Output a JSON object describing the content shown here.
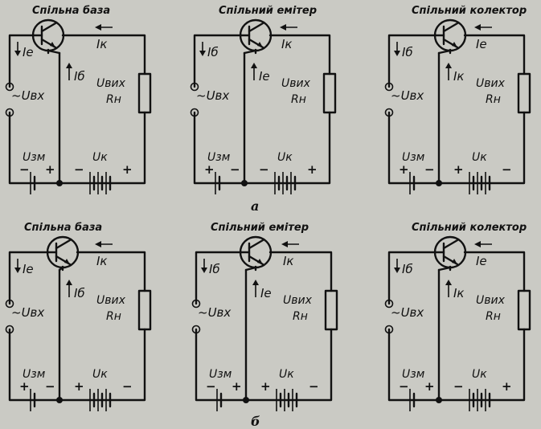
{
  "row_labels": [
    "а",
    "б"
  ],
  "circuits": [
    {
      "title": "Спільна база",
      "bias": "Uзм",
      "supply": "Uк",
      "input": "~Uвх",
      "output": "Uвих",
      "load": "Rн",
      "in_current": "Iе",
      "mid_current": "Iб",
      "out_current": "Iк",
      "bias_signs": [
        "−",
        "+"
      ],
      "supply_signs": [
        "−",
        "+"
      ]
    },
    {
      "title": "Спільний емітер",
      "bias": "Uзм",
      "supply": "Uк",
      "input": "~Uвх",
      "output": "Uвих",
      "load": "Rн",
      "in_current": "Iб",
      "mid_current": "Iе",
      "out_current": "Iк",
      "bias_signs": [
        "+",
        "−"
      ],
      "supply_signs": [
        "−",
        "+"
      ]
    },
    {
      "title": "Спільний колектор",
      "bias": "Uзм",
      "supply": "Uк",
      "input": "~Uвх",
      "output": "Uвих",
      "load": "Rн",
      "in_current": "Iб",
      "mid_current": "Iк",
      "out_current": "Iе",
      "bias_signs": [
        "+",
        "−"
      ],
      "supply_signs": [
        "+",
        "−"
      ]
    },
    {
      "title": "Спільна база",
      "bias": "Uзм",
      "supply": "Uк",
      "input": "~Uвх",
      "output": "Uвих",
      "load": "Rн",
      "in_current": "Iе",
      "mid_current": "Iб",
      "out_current": "Iк",
      "bias_signs": [
        "+",
        "−"
      ],
      "supply_signs": [
        "+",
        "−"
      ]
    },
    {
      "title": "Спільний емітер",
      "bias": "Uзм",
      "supply": "Uк",
      "input": "~Uвх",
      "output": "Uвих",
      "load": "Rн",
      "in_current": "Iб",
      "mid_current": "Iе",
      "out_current": "Iк",
      "bias_signs": [
        "−",
        "+"
      ],
      "supply_signs": [
        "+",
        "−"
      ]
    },
    {
      "title": "Спільний колектор",
      "bias": "Uзм",
      "supply": "Uк",
      "input": "~Uвх",
      "output": "Uвих",
      "load": "Rн",
      "in_current": "Iб",
      "mid_current": "Iк",
      "out_current": "Iе",
      "bias_signs": [
        "−",
        "+"
      ],
      "supply_signs": [
        "−",
        "+"
      ]
    }
  ]
}
